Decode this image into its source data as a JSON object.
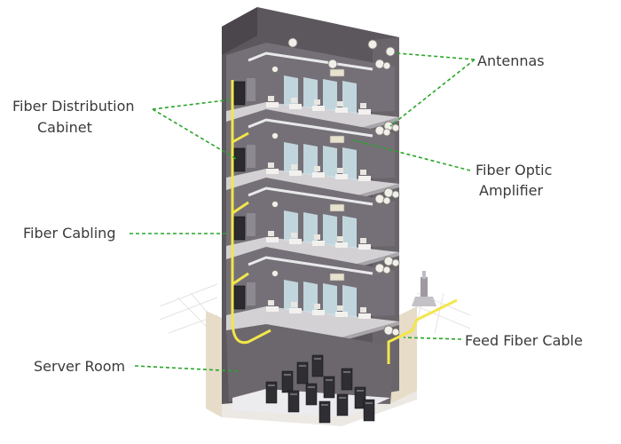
{
  "labels": {
    "fiber_distribution_cabinet_1": "Fiber Distribution",
    "fiber_distribution_cabinet_2": "Cabinet",
    "fiber_cabling": "Fiber Cabling",
    "server_room": "Server Room",
    "antennas": "Antennas",
    "fiber_optic_amplifier_1": "Fiber Optic",
    "fiber_optic_amplifier_2": "Amplifier",
    "feed_fiber_cable": "Feed Fiber Cable"
  },
  "colors": {
    "leader_line": "#2aa52a",
    "fiber_cable": "#f2e64a",
    "building_wall": "#5c575d",
    "building_side": "#8a858b",
    "floor_plate": "#d3d1d4",
    "glass": "#cfe6ee"
  },
  "icons": {
    "antenna": "antenna-icon",
    "amplifier": "amplifier-icon",
    "cabinet": "fiber-cabinet-icon",
    "server_rack": "server-rack-icon",
    "tower": "feed-tower-icon"
  }
}
